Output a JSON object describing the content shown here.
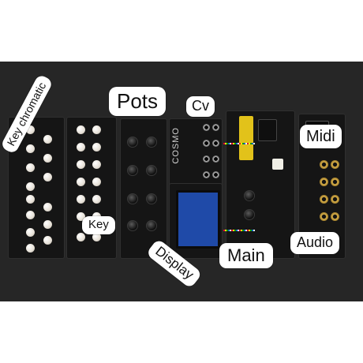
{
  "labels": {
    "key_chromatic": "Key chromatic",
    "key": "Key",
    "pots": "Pots",
    "cv": "Cv",
    "midi": "Midi",
    "display": "Display",
    "main": "Main",
    "audio": "Audio"
  },
  "board_text": {
    "brand": "COSMO"
  },
  "colors": {
    "background": "#262626",
    "board": "#151515",
    "label_bg": "#ffffff",
    "screen": "#1f4aa8",
    "mcu": "#e2c21a"
  }
}
